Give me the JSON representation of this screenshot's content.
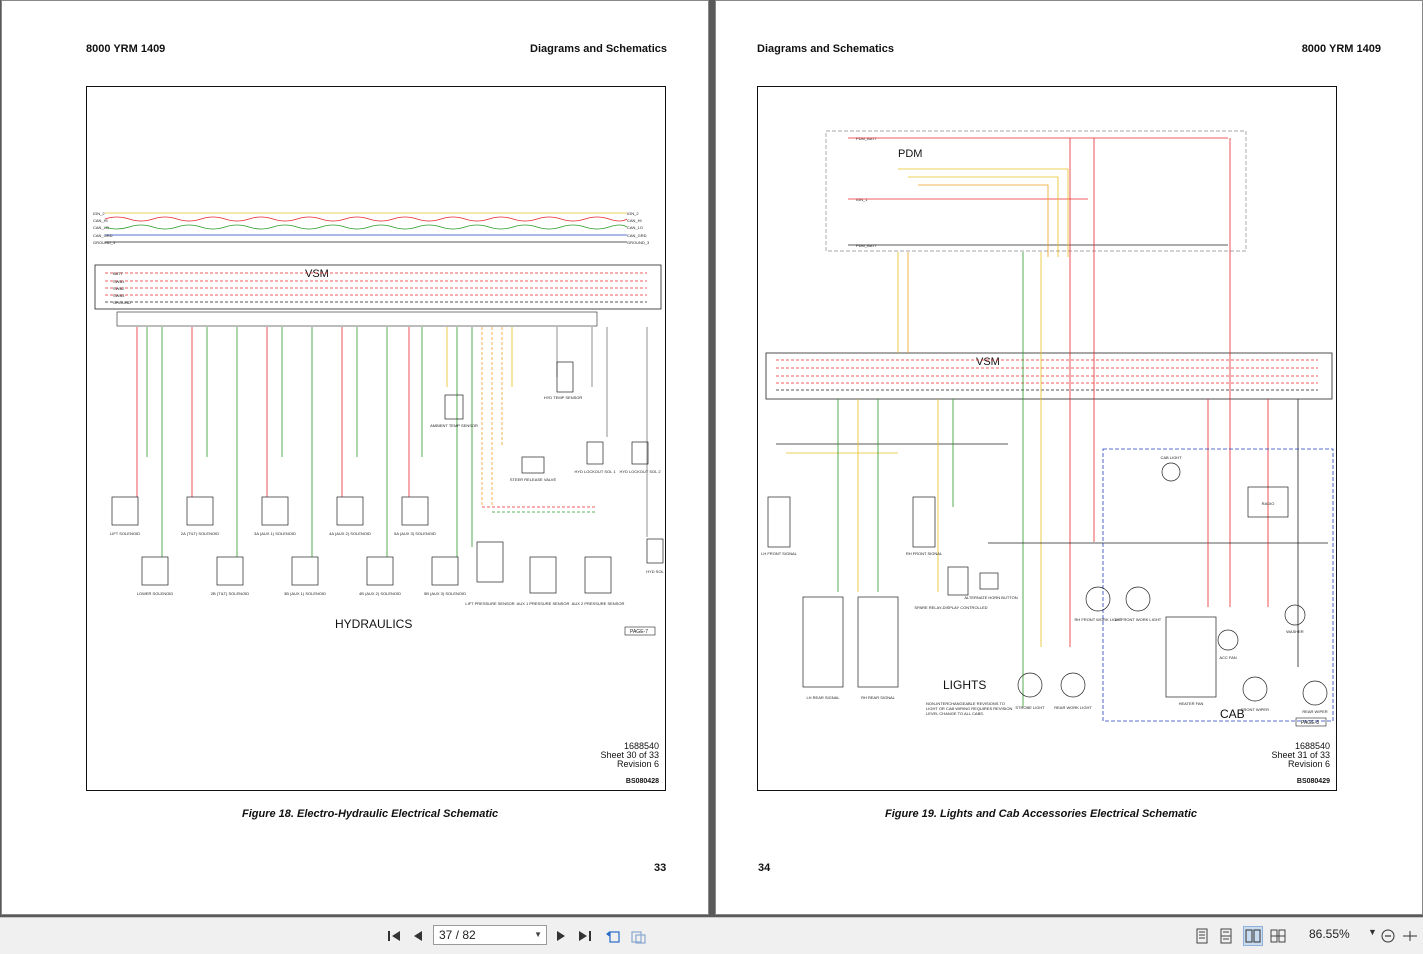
{
  "left_page": {
    "doc_code": "8000 YRM 1409",
    "section": "Diagrams and Schematics",
    "diagram_title": "HYDRAULICS",
    "bus_title": "VSM",
    "sheet_line1": "1688540",
    "sheet_line2": "Sheet 30 of 33",
    "sheet_line3": "Revision 6",
    "bs_code": "BS080428",
    "page_ref": "PAGE-7",
    "caption": "Figure 18. Electro-Hydraulic Electrical Schematic",
    "page_number": "33",
    "net_labels": [
      "IGN_2",
      "CAN_HI",
      "CAN_LO",
      "CAN_GRD",
      "GROUND_3"
    ],
    "bus_labels": [
      "BATT",
      "SWB1",
      "SWB2",
      "SWB3",
      "GROUND"
    ],
    "solenoids": [
      "LIFT SOLENOID",
      "2A (TILT) SOLENOID",
      "3A (AUX 1) SOLENOID",
      "4A (AUX 2) SOLENOID",
      "5A (AUX 3) SOLENOID",
      "LOWER SOLENOID",
      "2B (TILT) SOLENOID",
      "3B (AUX 1) SOLENOID",
      "4B (AUX 2) SOLENOID",
      "5B (AUX 3) SOLENOID"
    ],
    "sensors": [
      "AMBIENT TEMP SENSOR",
      "HYD TEMP SENSOR",
      "STEER RELEASE VALVE",
      "HYD LOCKOUT SOL 1",
      "HYD LOCKOUT SOL 2",
      "LIFT PRESSURE SENSOR",
      "AUX 1 PRESSURE SENSOR",
      "AUX 2 PRESSURE SENSOR",
      "HYD SOL"
    ]
  },
  "right_page": {
    "doc_code": "8000 YRM 1409",
    "section": "Diagrams and Schematics",
    "pdm_title": "PDM",
    "bus_title": "VSM",
    "lights_title": "LIGHTS",
    "cab_title": "CAB",
    "note": "NON-INTERCHANGEABLE REVISIONS TO LIGHT OR CAB WIRING REQUIRES REVISION LEVEL CHANGE TO ALL CABS.",
    "sheet_line1": "1688540",
    "sheet_line2": "Sheet 31 of 33",
    "sheet_line3": "Revision 6",
    "bs_code": "BS080429",
    "page_ref": "PAGE-8",
    "caption": "Figure 19. Lights and Cab Accessories Electrical Schematic",
    "page_number": "34",
    "pdm_nets": [
      "PDM_BATT",
      "IGN_1",
      "PDM_BATT"
    ],
    "components": [
      "LH FRONT SIGNAL",
      "RH FRONT SIGNAL",
      "LH REAR SIGNAL",
      "RH REAR SIGNAL",
      "SPARE RELAY-DISPLAY CONTROLLED",
      "ALTERNATE HORN BUTTON",
      "STROBE LIGHT",
      "REAR WORK LIGHT",
      "RH FRONT WORK LIGHT",
      "LH FRONT WORK LIGHT",
      "HEATER FAN",
      "ACC FAN",
      "FRONT WIPER",
      "WASHER",
      "REAR WIPER",
      "RADIO",
      "CAB LIGHT"
    ]
  },
  "toolbar": {
    "page_field": "37 / 82",
    "zoom": "86.55%"
  },
  "colors": {
    "wire_red": "#e8282a",
    "wire_green": "#2a9a2a",
    "wire_yellow": "#e8c020",
    "wire_orange": "#f0a020",
    "wire_blue": "#2040c0",
    "wire_gray": "#777777"
  }
}
